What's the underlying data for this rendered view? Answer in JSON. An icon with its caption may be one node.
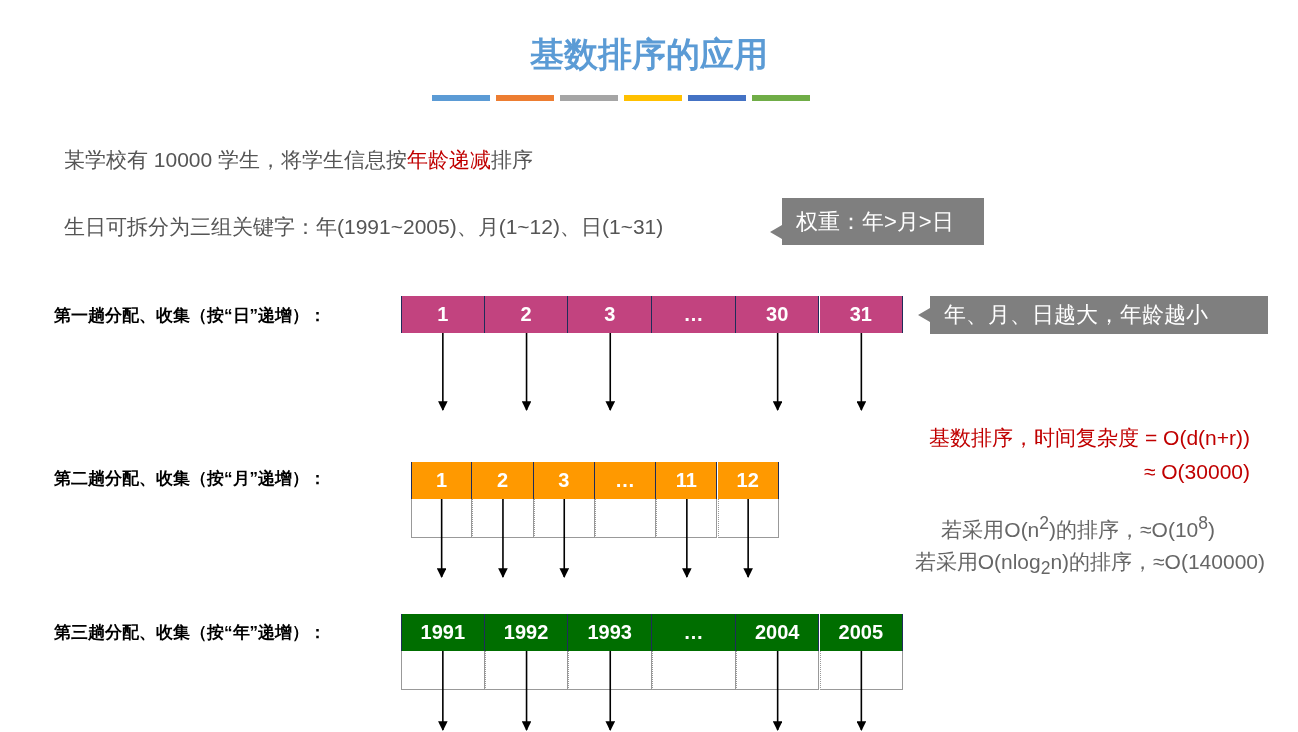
{
  "diagram": {
    "title": "基数排序的应用",
    "nodes": [
      {
        "text": [
          "权重：年>月>日"
        ]
      },
      {
        "text": [
          "1"
        ]
      },
      {
        "text": [
          "2"
        ]
      },
      {
        "text": [
          "3"
        ]
      },
      {
        "text": [
          "…"
        ]
      },
      {
        "text": [
          "30"
        ]
      },
      {
        "text": [
          "31"
        ]
      },
      {
        "text": [
          "年、月、日越大，年龄越小"
        ]
      },
      {
        "text": [
          "1"
        ]
      },
      {
        "text": [
          "2"
        ]
      },
      {
        "text": [
          "3"
        ]
      },
      {
        "text": [
          "…"
        ]
      },
      {
        "text": [
          "11"
        ]
      },
      {
        "text": [
          "12"
        ]
      },
      {
        "text": [
          "1991"
        ]
      },
      {
        "text": [
          "1992"
        ]
      },
      {
        "text": [
          "1993"
        ]
      },
      {
        "text": [
          "…"
        ]
      },
      {
        "text": [
          "2004"
        ]
      },
      {
        "text": [
          "2005"
        ]
      }
    ],
    "edges": [
      {
        "from": 1,
        "to": null,
        "arrow": "to"
      },
      {
        "from": 2,
        "to": null,
        "arrow": "to"
      },
      {
        "from": 3,
        "to": null,
        "arrow": "to"
      },
      {
        "from": 5,
        "to": null,
        "arrow": "to"
      },
      {
        "from": 6,
        "to": null,
        "arrow": "to"
      },
      {
        "from": 8,
        "to": null,
        "arrow": "to"
      },
      {
        "from": 9,
        "to": null,
        "arrow": "to"
      },
      {
        "from": 10,
        "to": null,
        "arrow": "to"
      },
      {
        "from": 12,
        "to": null,
        "arrow": "to"
      },
      {
        "from": 13,
        "to": null,
        "arrow": "to"
      },
      {
        "from": 14,
        "to": null,
        "arrow": "to"
      },
      {
        "from": 15,
        "to": null,
        "arrow": "to"
      },
      {
        "from": 16,
        "to": null,
        "arrow": "to"
      },
      {
        "from": 18,
        "to": null,
        "arrow": "to"
      },
      {
        "from": 19,
        "to": null,
        "arrow": "to"
      }
    ],
    "labels": [
      "某学校有 10000 学生，将学生信息按**年龄递减**排序",
      "生日可拆分为三组关键字：年(1991~2005)、月(1~12)、日(1~31)",
      "第一趟分配、收集（按“日”递增）：",
      "基数排序，时间复杂度 = O(d(n+r))",
      "≈ O(30000)",
      "第二趟分配、收集（按“月”递增）：",
      "若采用O(n$^{2}$)的排序，≈O(10$^{8}$)",
      "若采用O(nlog$_{2}$n)的排序，≈O(140000)",
      "第三趟分配、收集（按“年”递增）："
    ]
  }
}
